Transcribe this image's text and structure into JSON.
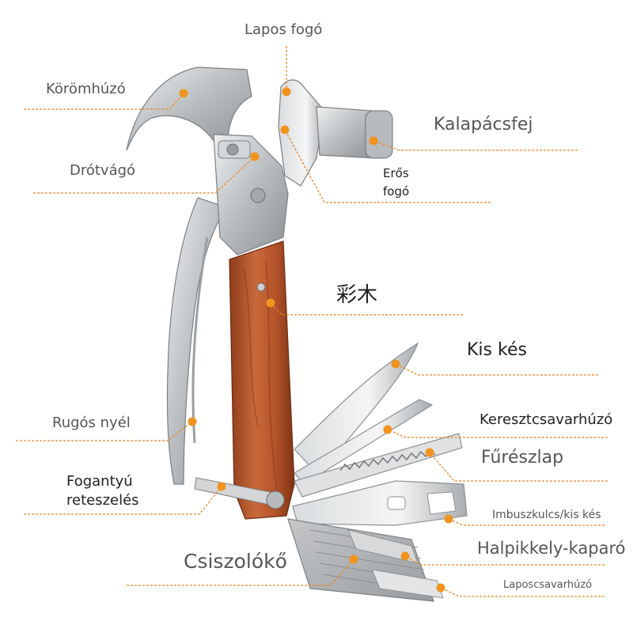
{
  "colors": {
    "leader": "#e8872a",
    "dot": "#f0941f",
    "wood": "#b8552b",
    "steel": "#c9cbcd"
  },
  "labels": {
    "lapos_fogo": "Lapos fogó",
    "koromhuzo": "Körömhúzó",
    "kalapacsfej": "Kalapácsfej",
    "drotvago": "Drótvágó",
    "eros_fogo_1": "Erős",
    "eros_fogo_2": "fogó",
    "caimu": "彩木",
    "kis_kes": "Kis kés",
    "rugos_nyel": "Rugós nyél",
    "keresztcsavarhuzo": "Keresztcsavarhúzó",
    "fureszlap": "Fűrészlap",
    "fogantyu_1": "Fogantyú",
    "fogantyu_2": "reteszelés",
    "imbuszkulcs": "Imbuszkulcs/kis kés",
    "halpikkely": "Halpikkely-kaparó",
    "csiszoloko": "Csiszolókő",
    "laposcsavarhuzo": "Laposcsavarhúzó"
  }
}
